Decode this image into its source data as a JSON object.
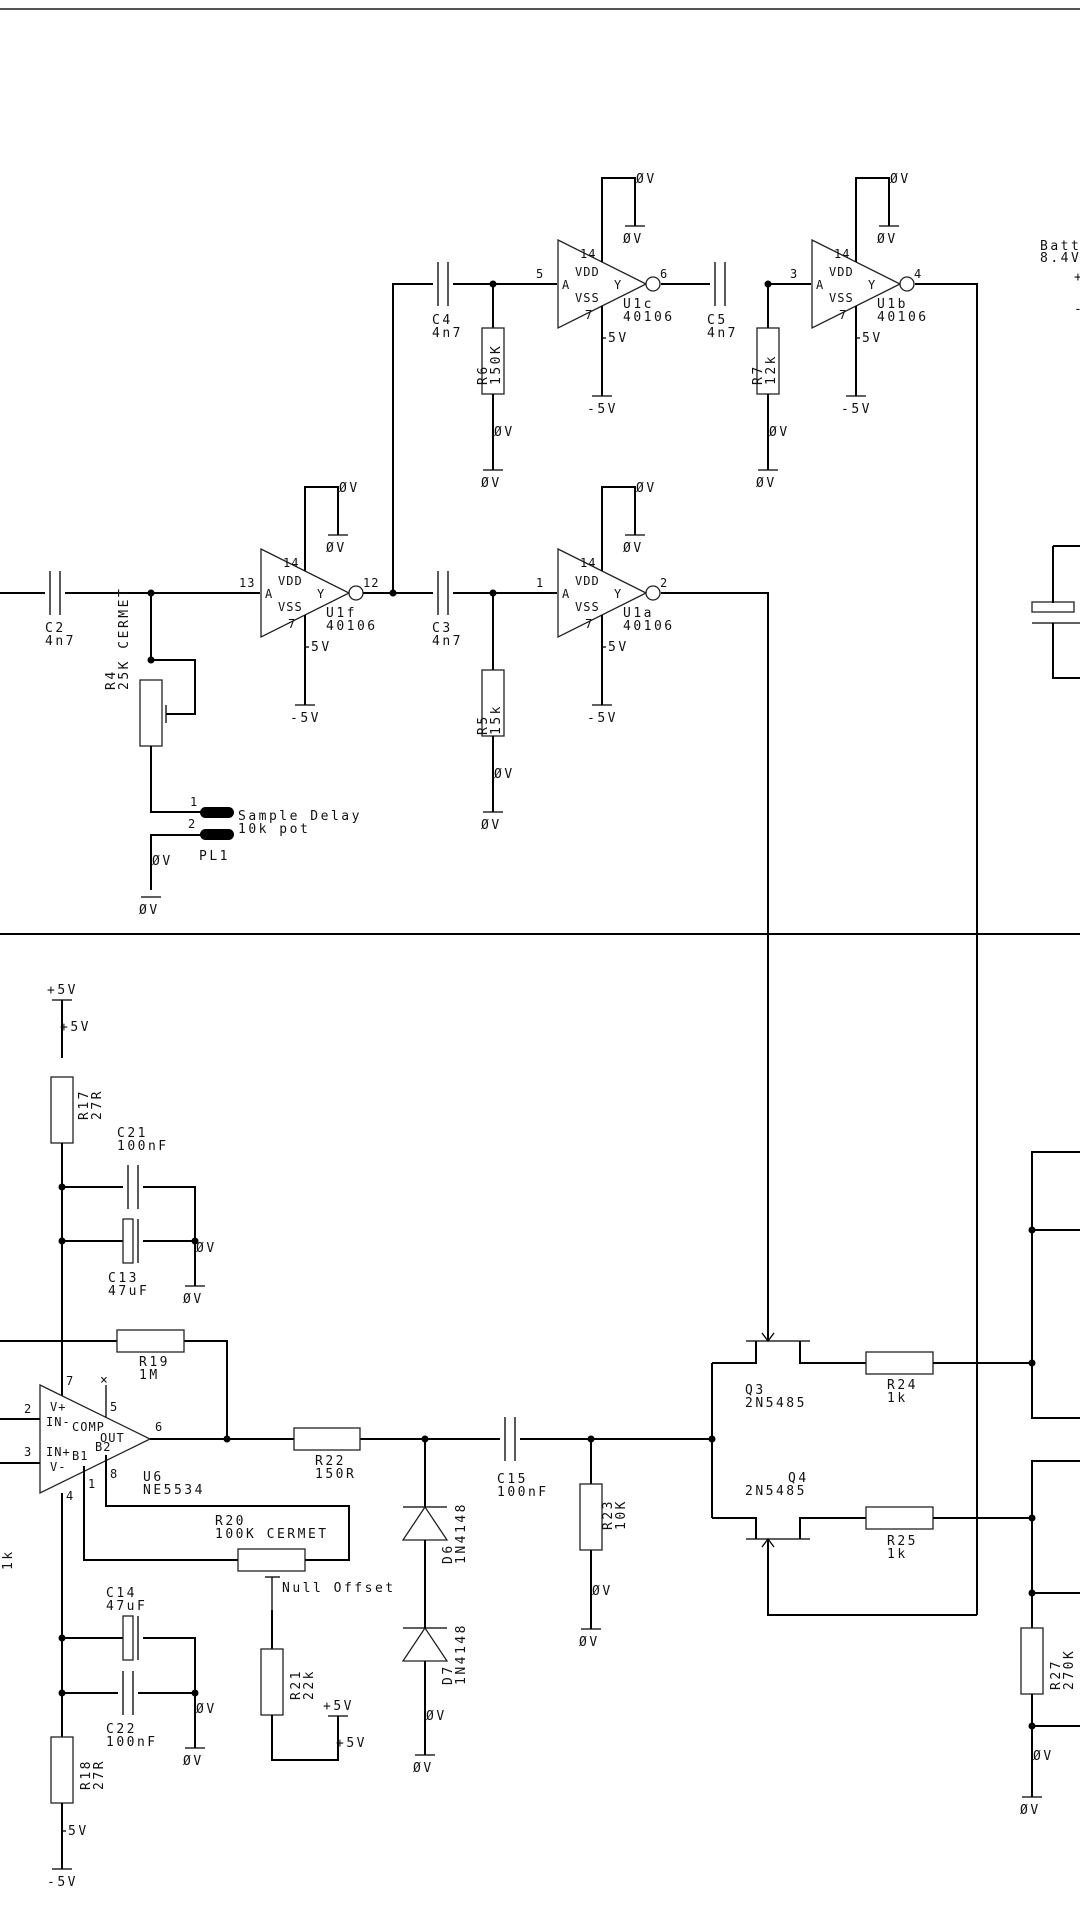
{
  "schematic": {
    "rails": {
      "gnd": "ØV",
      "neg": "-5V",
      "pos": "+5V",
      "neg_tap": "5V",
      "pos_tap": "+5V"
    },
    "inverters": [
      {
        "ref": "U1f",
        "part": "40106",
        "pin_in": "13",
        "pin_out": "12",
        "pin_vdd": "14",
        "pin_vss": "7",
        "a": "A",
        "y": "Y",
        "vdd": "VDD",
        "vss": "VSS"
      },
      {
        "ref": "U1a",
        "part": "40106",
        "pin_in": "1",
        "pin_out": "2",
        "pin_vdd": "14",
        "pin_vss": "7",
        "a": "A",
        "y": "Y",
        "vdd": "VDD",
        "vss": "VSS"
      },
      {
        "ref": "U1c",
        "part": "40106",
        "pin_in": "5",
        "pin_out": "6",
        "pin_vdd": "14",
        "pin_vss": "7",
        "a": "A",
        "y": "Y",
        "vdd": "VDD",
        "vss": "VSS"
      },
      {
        "ref": "U1b",
        "part": "40106",
        "pin_in": "3",
        "pin_out": "4",
        "pin_vdd": "14",
        "pin_vss": "7",
        "a": "A",
        "y": "Y",
        "vdd": "VDD",
        "vss": "VSS"
      }
    ],
    "capacitors": {
      "C2": {
        "ref": "C2",
        "value": "4n7"
      },
      "C3": {
        "ref": "C3",
        "value": "4n7"
      },
      "C4": {
        "ref": "C4",
        "value": "4n7"
      },
      "C5": {
        "ref": "C5",
        "value": "4n7"
      },
      "C21": {
        "ref": "C21",
        "value": "100nF"
      },
      "C13": {
        "ref": "C13",
        "value": "47uF"
      },
      "C14": {
        "ref": "C14",
        "value": "47uF"
      },
      "C22": {
        "ref": "C22",
        "value": "100nF"
      },
      "C15": {
        "ref": "C15",
        "value": "100nF"
      }
    },
    "resistors": {
      "R4": {
        "ref": "R4",
        "value": "25K CERMET"
      },
      "R5": {
        "ref": "R5",
        "value": "15k"
      },
      "R6": {
        "ref": "R6",
        "value": "150K"
      },
      "R7": {
        "ref": "R7",
        "value": "12k"
      },
      "R17": {
        "ref": "R17",
        "value": "27R"
      },
      "R18": {
        "ref": "R18",
        "value": "27R"
      },
      "R19": {
        "ref": "R19",
        "value": "1M"
      },
      "R20": {
        "ref": "R20",
        "value": "100K CERMET"
      },
      "R21": {
        "ref": "R21",
        "value": "22k"
      },
      "R22": {
        "ref": "R22",
        "value": "150R"
      },
      "R23": {
        "ref": "R23",
        "value": "10K"
      },
      "R24": {
        "ref": "R24",
        "value": "1k"
      },
      "R25": {
        "ref": "R25",
        "value": "1k"
      },
      "R27": {
        "ref": "R27",
        "value": "270K"
      },
      "R_left": {
        "value": "1k"
      }
    },
    "connector": {
      "ref": "PL1",
      "pin1": "1",
      "pin2": "2",
      "label1": "Sample Delay",
      "label2": "10k pot"
    },
    "opamp": {
      "ref": "U6",
      "part": "NE5534",
      "pins": {
        "vplus": "7",
        "inm": "2",
        "inp": "3",
        "vminus": "4",
        "comp": "5",
        "out": "6",
        "b1": "1",
        "b2": "8"
      },
      "labels": {
        "vplus": "V+",
        "inm": "IN-",
        "inp": "IN+",
        "vminus": "V-",
        "comp": "COMP",
        "out": "OUT",
        "b1": "B1",
        "b2": "B2"
      },
      "nc_mark": "×"
    },
    "null_offset": "Null Offset",
    "diodes": {
      "D6": {
        "ref": "D6",
        "part": "1N4148"
      },
      "D7": {
        "ref": "D7",
        "part": "1N4148"
      }
    },
    "jfets": {
      "Q3": {
        "ref": "Q3",
        "part": "2N5485"
      },
      "Q4": {
        "ref": "Q4",
        "part": "2N5485"
      }
    },
    "battery": {
      "label1": "Batt",
      "label2": "8.4V",
      "plus": "+",
      "minus": "-"
    }
  }
}
